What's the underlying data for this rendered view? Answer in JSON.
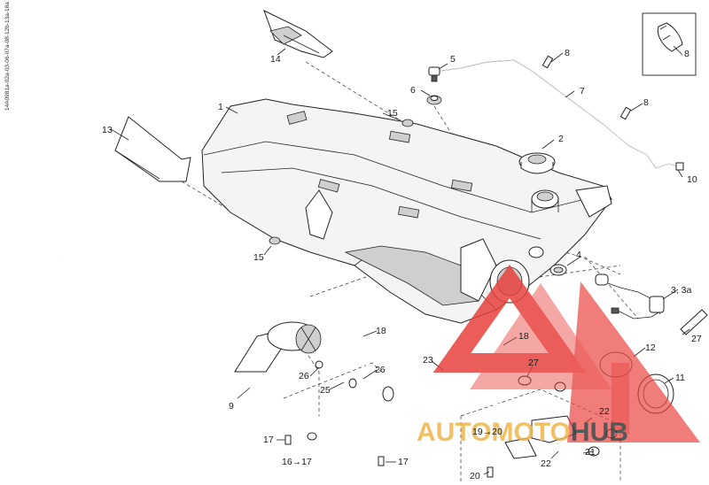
{
  "diagram": {
    "side_code": "14A0981a-02a-03-06-07a-08-12b-13a-18a",
    "callouts": {
      "c1": "1",
      "c2": "2",
      "c3": "3, 3a",
      "c4": "4",
      "c5": "5",
      "c6": "6",
      "c7": "7",
      "c8a": "8",
      "c8b": "8",
      "c8c": "8",
      "c9": "9",
      "c10": "10",
      "c11": "11",
      "c12": "12",
      "c13": "13",
      "c14": "14",
      "c15a": "15",
      "c15b": "15",
      "c16": "16→17",
      "c17a": "17",
      "c17b": "17",
      "c18a": "18",
      "c18b": "18",
      "c19": "19→20",
      "c20": "20",
      "c21": "21",
      "c22a": "22",
      "c22b": "22",
      "c23": "23",
      "c25": "25",
      "c26a": "26",
      "c26b": "26",
      "c27a": "27",
      "c27b": "27"
    }
  },
  "watermark": {
    "brand_a": "AUTOMOTO",
    "brand_b": "HUB",
    "color_red": "#e8413c",
    "color_gold": "#f0b64a",
    "color_dark": "#3a3a3a"
  }
}
